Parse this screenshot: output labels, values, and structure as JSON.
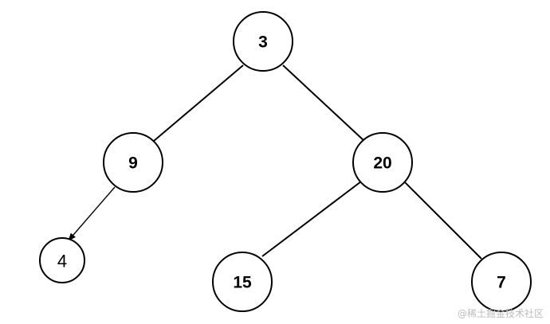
{
  "tree": {
    "nodes": [
      {
        "id": "n3",
        "label": "3",
        "parent": null
      },
      {
        "id": "n9",
        "label": "9",
        "parent": "n3"
      },
      {
        "id": "n20",
        "label": "20",
        "parent": "n3"
      },
      {
        "id": "n4",
        "label": "4",
        "parent": "n9"
      },
      {
        "id": "n15",
        "label": "15",
        "parent": "n20"
      },
      {
        "id": "n7",
        "label": "7",
        "parent": "n20"
      }
    ]
  },
  "watermark": "@稀土掘金技术社区"
}
